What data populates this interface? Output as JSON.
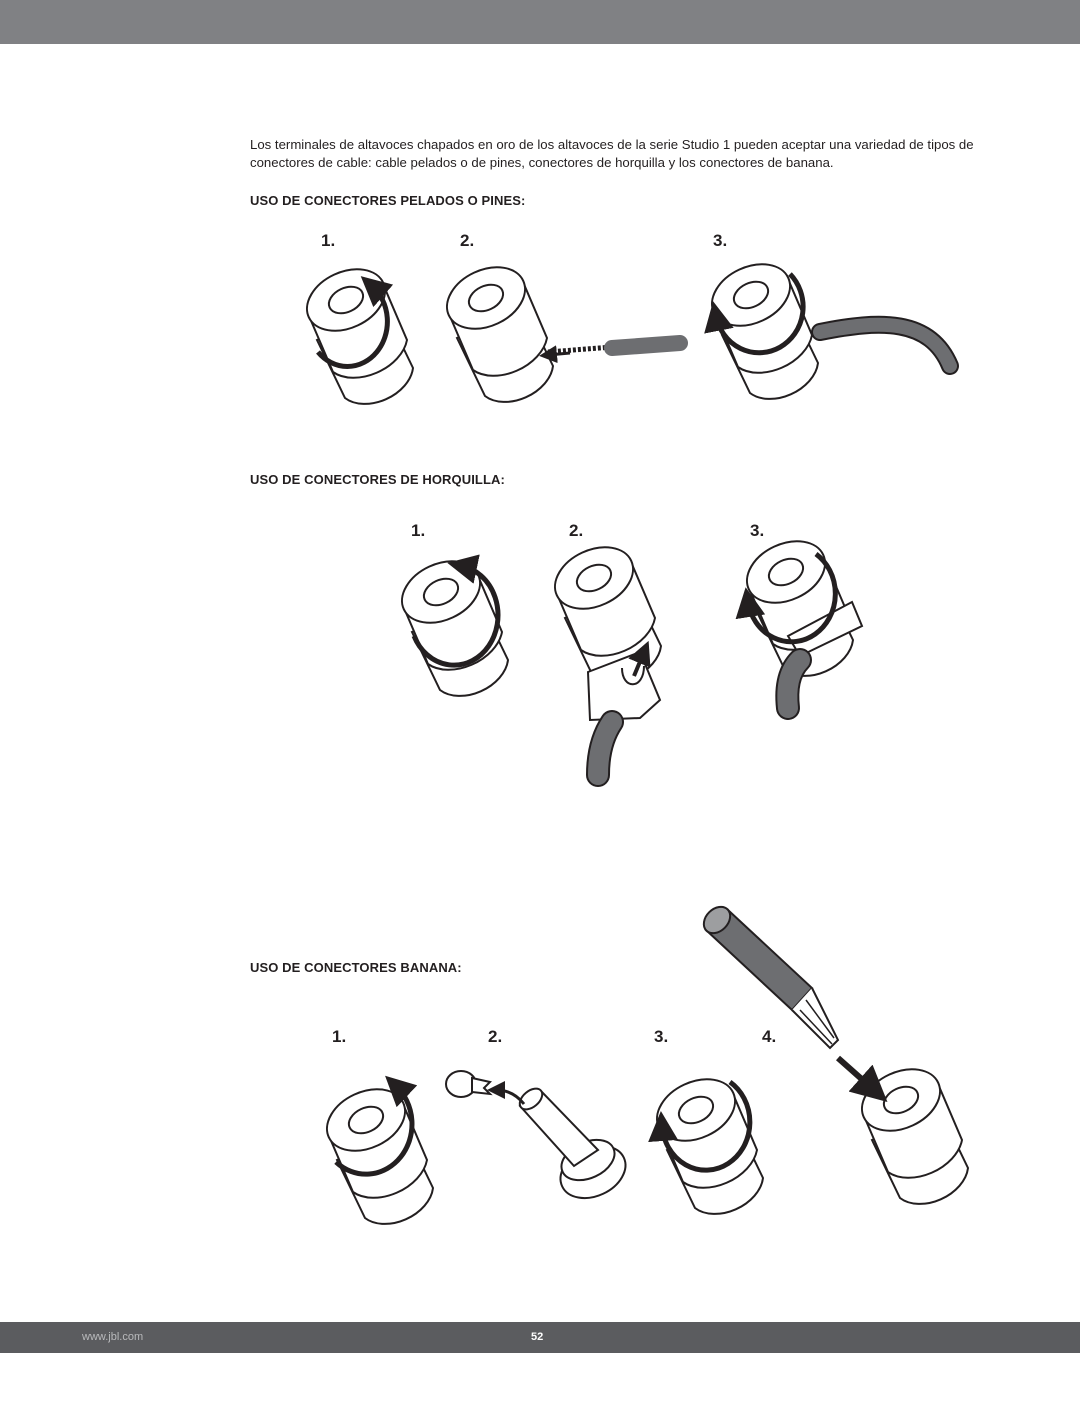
{
  "intro_text": "Los terminales de altavoces chapados en oro de los altavoces de la serie Studio 1 pueden aceptar una variedad de tipos de conectores de cable: cable pelados o de pines, conectores de horquilla y los conectores de banana.",
  "sections": [
    {
      "title": "USO DE CONECTORES PELADOS O PINES:",
      "steps": [
        "1.",
        "2.",
        "3."
      ]
    },
    {
      "title": "USO DE CONECTORES DE HORQUILLA:",
      "steps": [
        "1.",
        "2.",
        "3."
      ]
    },
    {
      "title": "USO DE CONECTORES BANANA:",
      "steps": [
        "1.",
        "2.",
        "3.",
        "4."
      ]
    }
  ],
  "footer": {
    "url": "www.jbl.com",
    "page": "52"
  },
  "colors": {
    "top_bar": "#808184",
    "footer_bar": "#5b5c5f",
    "cable": "#6d6e71"
  }
}
